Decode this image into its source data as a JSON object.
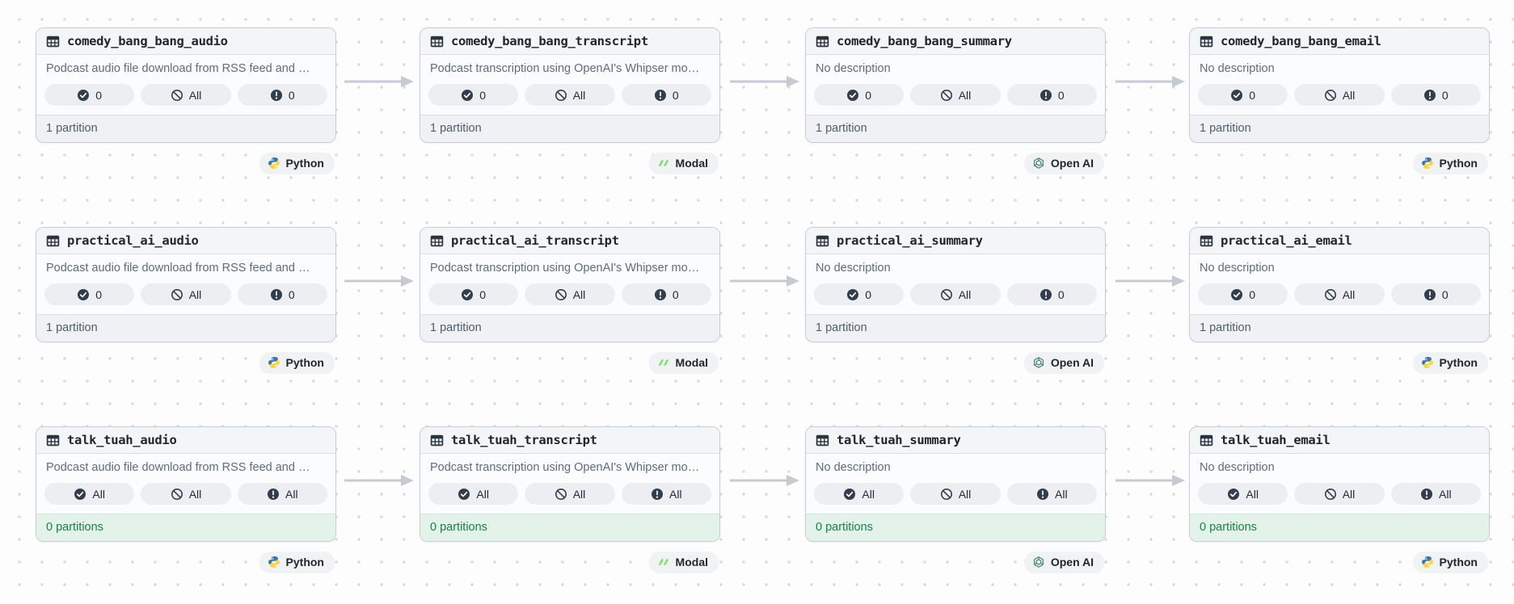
{
  "colors": {
    "card_border": "#c7cdd5",
    "header_bg": "#f3f5f7",
    "footer_bg": "#eff1f4",
    "footer_green_bg": "#e4f3e9",
    "footer_green_text": "#17804c",
    "badge_pill_bg": "#eceef1",
    "badge_icon_dark": "#323e4c",
    "arrow": "#c6cbd2",
    "python_blue": "#3776ab",
    "python_yellow": "#ffd43b",
    "modal_green": "#78e26f",
    "openai_green": "#4e8e71"
  },
  "icon_legend": {
    "table-icon": "asset/table grid glyph",
    "check-circle-icon": "materialized count",
    "slash-circle-icon": "missing partitions",
    "alert-circle-icon": "failed count"
  },
  "cards": [
    {
      "name": "comedy_bang_bang_audio",
      "description": "Podcast audio file download from RSS feed and …",
      "materialized": "0",
      "missing": "All",
      "failed": "0",
      "partitions": "1 partition",
      "partitions_status": "has-partitions",
      "tag": "Python",
      "tag_icon": "python-icon"
    },
    {
      "name": "comedy_bang_bang_transcript",
      "description": "Podcast transcription using OpenAI's Whipser mo…",
      "materialized": "0",
      "missing": "All",
      "failed": "0",
      "partitions": "1 partition",
      "partitions_status": "has-partitions",
      "tag": "Modal",
      "tag_icon": "modal-icon"
    },
    {
      "name": "comedy_bang_bang_summary",
      "description": "No description",
      "materialized": "0",
      "missing": "All",
      "failed": "0",
      "partitions": "1 partition",
      "partitions_status": "has-partitions",
      "tag": "Open AI",
      "tag_icon": "openai-icon"
    },
    {
      "name": "comedy_bang_bang_email",
      "description": "No description",
      "materialized": "0",
      "missing": "All",
      "failed": "0",
      "partitions": "1 partition",
      "partitions_status": "has-partitions",
      "tag": "Python",
      "tag_icon": "python-icon"
    },
    {
      "name": "practical_ai_audio",
      "description": "Podcast audio file download from RSS feed and …",
      "materialized": "0",
      "missing": "All",
      "failed": "0",
      "partitions": "1 partition",
      "partitions_status": "has-partitions",
      "tag": "Python",
      "tag_icon": "python-icon"
    },
    {
      "name": "practical_ai_transcript",
      "description": "Podcast transcription using OpenAI's Whipser mo…",
      "materialized": "0",
      "missing": "All",
      "failed": "0",
      "partitions": "1 partition",
      "partitions_status": "has-partitions",
      "tag": "Modal",
      "tag_icon": "modal-icon"
    },
    {
      "name": "practical_ai_summary",
      "description": "No description",
      "materialized": "0",
      "missing": "All",
      "failed": "0",
      "partitions": "1 partition",
      "partitions_status": "has-partitions",
      "tag": "Open AI",
      "tag_icon": "openai-icon"
    },
    {
      "name": "practical_ai_email",
      "description": "No description",
      "materialized": "0",
      "missing": "All",
      "failed": "0",
      "partitions": "1 partition",
      "partitions_status": "has-partitions",
      "tag": "Python",
      "tag_icon": "python-icon"
    },
    {
      "name": "talk_tuah_audio",
      "description": "Podcast audio file download from RSS feed and …",
      "materialized": "All",
      "missing": "All",
      "failed": "All",
      "partitions": "0 partitions",
      "partitions_status": "empty",
      "tag": "Python",
      "tag_icon": "python-icon"
    },
    {
      "name": "talk_tuah_transcript",
      "description": "Podcast transcription using OpenAI's Whipser mo…",
      "materialized": "All",
      "missing": "All",
      "failed": "All",
      "partitions": "0 partitions",
      "partitions_status": "empty",
      "tag": "Modal",
      "tag_icon": "modal-icon"
    },
    {
      "name": "talk_tuah_summary",
      "description": "No description",
      "materialized": "All",
      "missing": "All",
      "failed": "All",
      "partitions": "0 partitions",
      "partitions_status": "empty",
      "tag": "Open AI",
      "tag_icon": "openai-icon"
    },
    {
      "name": "talk_tuah_email",
      "description": "No description",
      "materialized": "All",
      "missing": "All",
      "failed": "All",
      "partitions": "0 partitions",
      "partitions_status": "empty",
      "tag": "Python",
      "tag_icon": "python-icon"
    }
  ]
}
